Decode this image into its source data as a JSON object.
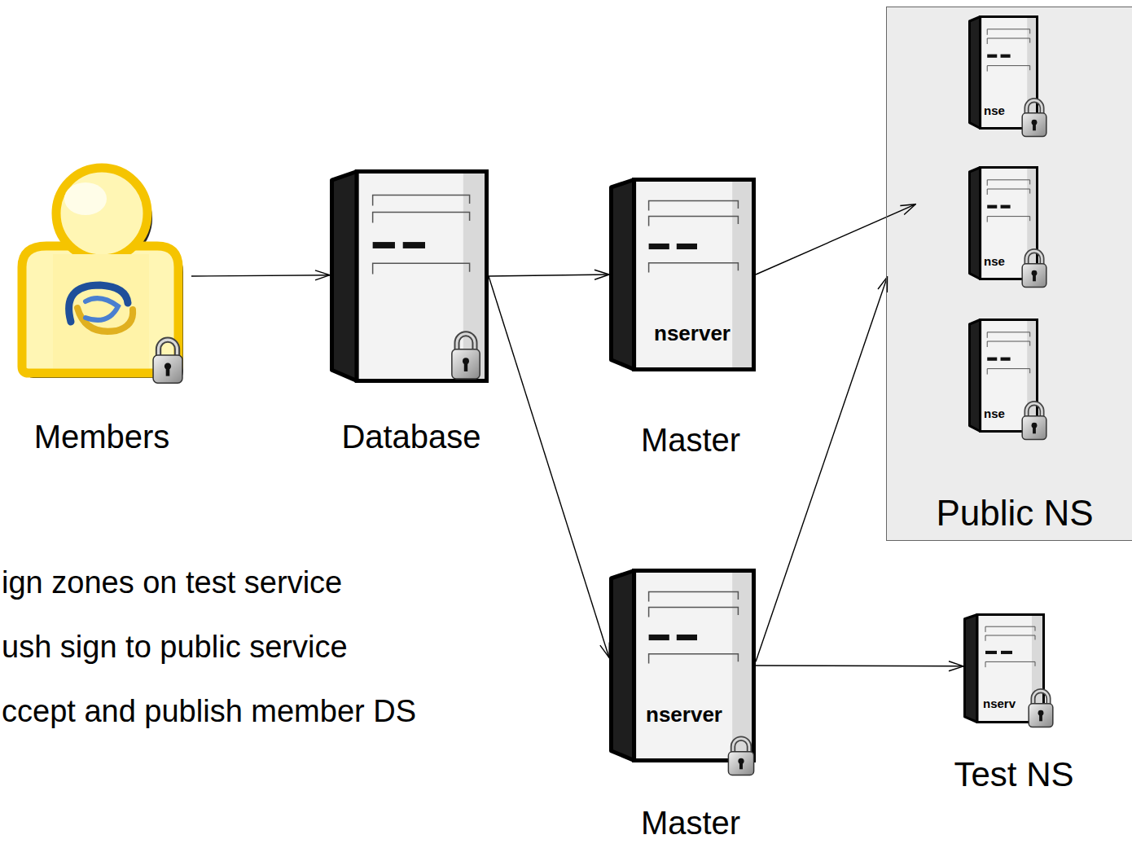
{
  "diagram": {
    "nodes": [
      {
        "text": [
          "Members"
        ]
      },
      {
        "text": [
          "Database"
        ]
      },
      {
        "text": [
          "nserver",
          "Master"
        ]
      },
      {
        "text": [
          "Public NS"
        ]
      },
      {
        "text": [
          "nse"
        ],
        "in": 3
      },
      {
        "text": [
          "nse"
        ],
        "in": 3
      },
      {
        "text": [
          "nse"
        ],
        "in": 3
      },
      {
        "text": [
          "nserver",
          "Master"
        ]
      },
      {
        "text": [
          "nserv",
          "Test NS"
        ]
      }
    ],
    "edges": [
      {
        "from": 0,
        "to": 1,
        "arrow": "to"
      },
      {
        "from": 1,
        "to": 2,
        "arrow": "to"
      },
      {
        "from": 1,
        "to": 7,
        "arrow": "to"
      },
      {
        "from": 2,
        "to": 3,
        "arrow": "to"
      },
      {
        "from": 7,
        "to": 3,
        "arrow": "to"
      },
      {
        "from": 7,
        "to": 8,
        "arrow": "to"
      }
    ],
    "labels": [
      "ign zones on test service",
      "ush sign to public service",
      "ccept and publish member DS"
    ]
  }
}
